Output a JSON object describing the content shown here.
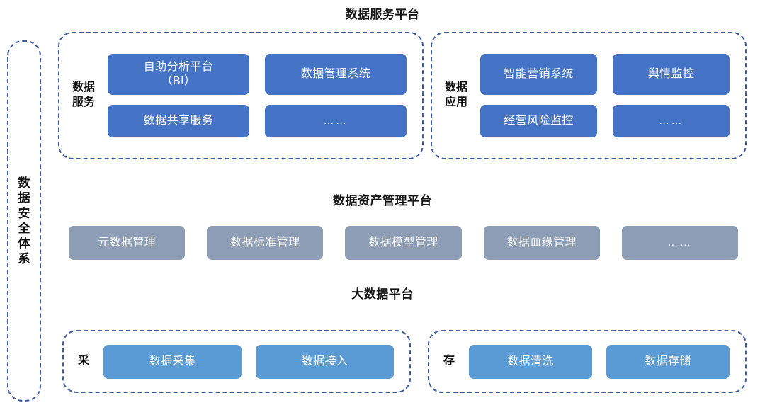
{
  "diagram": {
    "title_service_platform": "数据服务平台",
    "title_asset_platform": "数据资产管理平台",
    "title_bigdata_platform": "大数据平台",
    "colors": {
      "dashed_border": "#3A5BA0",
      "service_box": "#4472C4",
      "asset_box": "#8D9DB6",
      "bigdata_box": "#5B9BD5",
      "title_text": "#161616",
      "box_text": "#FFFFFF",
      "background": "#FFFFFF"
    }
  },
  "security_band": {
    "label": "数据安全体系"
  },
  "service_platform": {
    "groups": [
      {
        "label": "数据\n服务",
        "items": [
          {
            "label": "自助分析平台\n（BI）"
          },
          {
            "label": "数据管理系统"
          },
          {
            "label": "数据共享服务"
          },
          {
            "label": "……"
          }
        ]
      },
      {
        "label": "数据\n应用",
        "items": [
          {
            "label": "智能营销系统"
          },
          {
            "label": "舆情监控"
          },
          {
            "label": "经营风险监控"
          },
          {
            "label": "……"
          }
        ]
      }
    ]
  },
  "asset_platform": {
    "items": [
      {
        "label": "元数据管理"
      },
      {
        "label": "数据标准管理"
      },
      {
        "label": "数据模型管理"
      },
      {
        "label": "数据血缘管理"
      },
      {
        "label": "……"
      }
    ]
  },
  "bigdata_platform": {
    "groups": [
      {
        "label": "采",
        "items": [
          {
            "label": "数据采集"
          },
          {
            "label": "数据接入"
          }
        ]
      },
      {
        "label": "存",
        "items": [
          {
            "label": "数据清洗"
          },
          {
            "label": "数据存储"
          }
        ]
      }
    ]
  }
}
